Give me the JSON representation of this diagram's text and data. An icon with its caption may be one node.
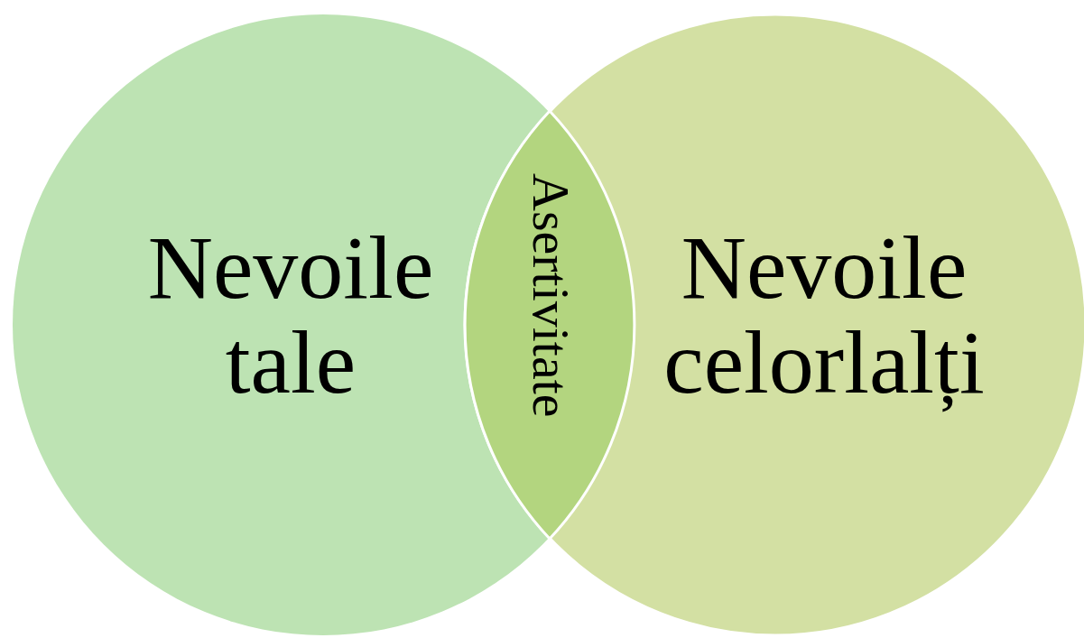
{
  "diagram": {
    "nodes": [
      {
        "text": [
          "Nevoile tale"
        ]
      },
      {
        "text": [
          "Nevoile celorlalți"
        ]
      },
      {
        "text": [
          "Asertivitate"
        ]
      }
    ]
  }
}
